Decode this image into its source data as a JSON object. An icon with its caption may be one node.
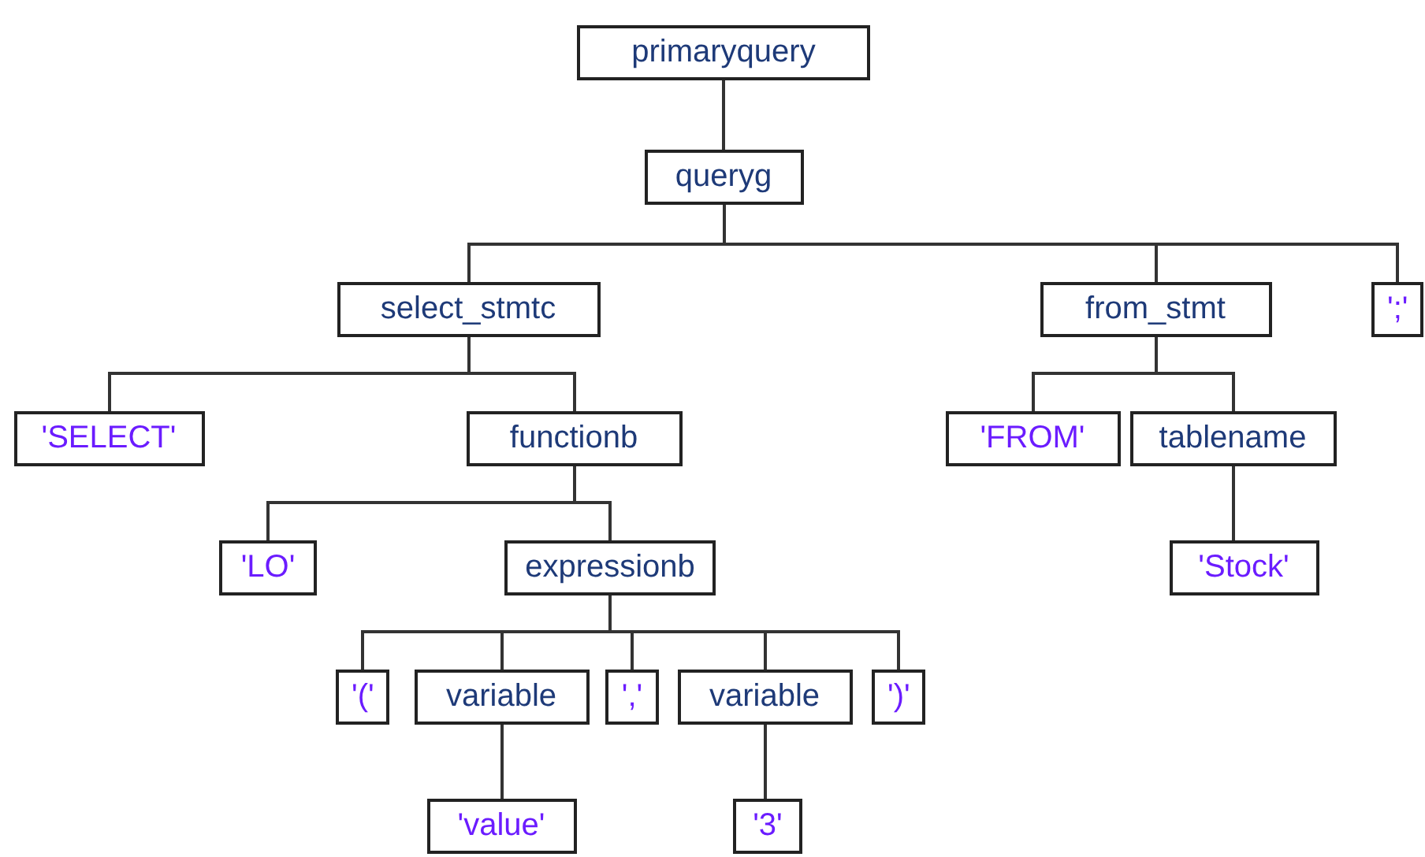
{
  "diagram": {
    "nodes": [
      {
        "text": [
          "primaryquery"
        ]
      },
      {
        "text": [
          "queryg"
        ]
      },
      {
        "text": [
          "select_stmtc"
        ]
      },
      {
        "text": [
          "from_stmt"
        ]
      },
      {
        "text": [
          "';'"
        ]
      },
      {
        "text": [
          "'SELECT'"
        ]
      },
      {
        "text": [
          "functionb"
        ]
      },
      {
        "text": [
          "'FROM'"
        ]
      },
      {
        "text": [
          "tablename"
        ]
      },
      {
        "text": [
          "'LO'"
        ]
      },
      {
        "text": [
          "expressionb"
        ]
      },
      {
        "text": [
          "'Stock'"
        ]
      },
      {
        "text": [
          "'('"
        ]
      },
      {
        "text": [
          "variable"
        ]
      },
      {
        "text": [
          "','"
        ]
      },
      {
        "text": [
          "variable"
        ]
      },
      {
        "text": [
          "')'"
        ]
      },
      {
        "text": [
          "'value'"
        ]
      },
      {
        "text": [
          "'3'"
        ]
      }
    ],
    "edges": [
      {
        "from": 0,
        "to": 1,
        "arrow": "none"
      },
      {
        "from": 1,
        "to": 2,
        "arrow": "none"
      },
      {
        "from": 1,
        "to": 3,
        "arrow": "none"
      },
      {
        "from": 1,
        "to": 4,
        "arrow": "none"
      },
      {
        "from": 2,
        "to": 5,
        "arrow": "none"
      },
      {
        "from": 2,
        "to": 6,
        "arrow": "none"
      },
      {
        "from": 3,
        "to": 7,
        "arrow": "none"
      },
      {
        "from": 3,
        "to": 8,
        "arrow": "none"
      },
      {
        "from": 6,
        "to": 9,
        "arrow": "none"
      },
      {
        "from": 6,
        "to": 10,
        "arrow": "none"
      },
      {
        "from": 8,
        "to": 11,
        "arrow": "none"
      },
      {
        "from": 10,
        "to": 12,
        "arrow": "none"
      },
      {
        "from": 10,
        "to": 13,
        "arrow": "none"
      },
      {
        "from": 10,
        "to": 14,
        "arrow": "none"
      },
      {
        "from": 10,
        "to": 15,
        "arrow": "none"
      },
      {
        "from": 10,
        "to": 16,
        "arrow": "none"
      },
      {
        "from": 13,
        "to": 17,
        "arrow": "none"
      },
      {
        "from": 15,
        "to": 18,
        "arrow": "none"
      }
    ]
  }
}
